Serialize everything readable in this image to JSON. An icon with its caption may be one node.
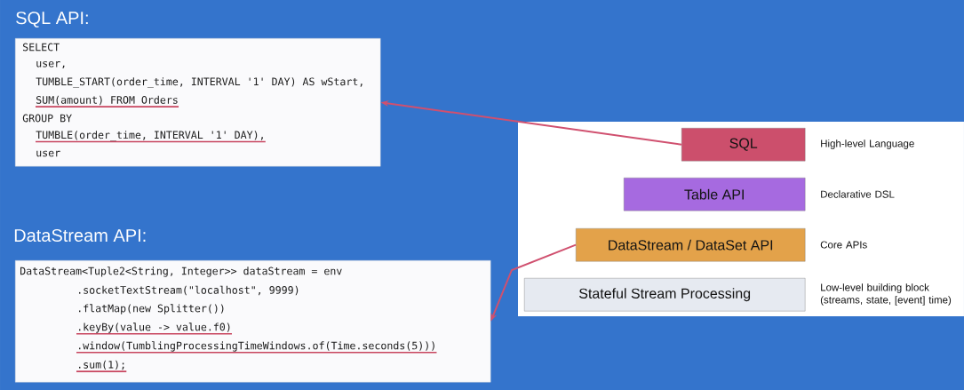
{
  "diagram": {
    "nodes": [
      {
        "text": [
          "SQL API:",
          "SELECT",
          "user,",
          "TUMBLE_START(order_time, INTERVAL '1' DAY) AS wStart,",
          "SUM(amount) FROM Orders",
          "GROUP BY",
          "TUMBLE(order_time, INTERVAL '1' DAY),",
          "user"
        ]
      },
      {
        "text": [
          "DataStream API:",
          "DataStream<Tuple2<String, Integer>> dataStream = env",
          ".socketTextStream(\"localhost\", 9999)",
          ".flatMap(new Splitter())",
          ".keyBy(value -> value.f0)",
          ".window(TumblingProcessingTimeWindows.of(Time.seconds(5)))",
          ".sum(1);"
        ]
      },
      {
        "text": [
          "SQL"
        ],
        "beside": [
          "High-level Language"
        ]
      },
      {
        "text": [
          "Table API"
        ],
        "beside": [
          "Declarative DSL"
        ]
      },
      {
        "text": [
          "DataStream / DataSet API"
        ],
        "beside": [
          "Core APIs"
        ]
      },
      {
        "text": [
          "Stateful Stream Processing"
        ],
        "beside": [
          "Low-level building block (streams, state, [event] time)"
        ]
      }
    ],
    "edges": [
      {
        "from": 2,
        "to": 0,
        "arrow": "to",
        "color": "#d0506f"
      },
      {
        "from": 4,
        "to": 1,
        "arrow": "to",
        "color": "#d0506f"
      }
    ]
  }
}
